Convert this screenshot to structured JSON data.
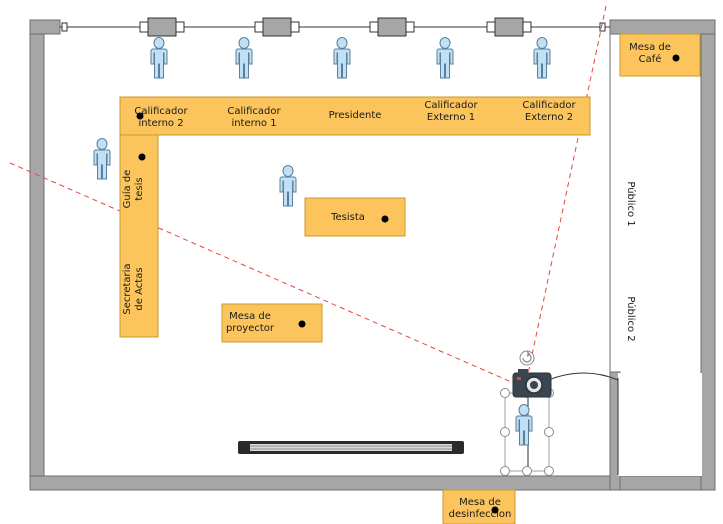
{
  "colors": {
    "table_fill": "#fcc45d",
    "table_border": "#c99a2a",
    "wall_fill": "#a6a6a6",
    "wall_border": "#6d6d6d",
    "camera_line": "#e8453c",
    "person_fill": "#bfe0f5",
    "person_stroke": "#5b7f9a"
  },
  "tables": {
    "calificador_interno_2": "Calificador\ninterno 2",
    "calificador_interno_1": "Calificador\ninterno 1",
    "presidente": "Presidente",
    "calificador_externo_1": "Calificador\nExterno 1",
    "calificador_externo_2": "Calificador\nExterno 2",
    "guia_de_tesis": "Guía de\ntesis",
    "secretaria_de_actas": "Secretaria\nde Actas",
    "tesista": "Tesista",
    "mesa_de_proyector": "Mesa de\nproyector",
    "mesa_de_cafe": "Mesa de\nCafé",
    "mesa_de_desinfeccion": "Mesa de\ndesinfeccion"
  },
  "audience": {
    "publico_1": "Público 1",
    "publico_2": "Público 2"
  },
  "icons": {
    "person": "person-icon",
    "camera": "camera-icon",
    "rotate": "rotate-handle-icon",
    "window": "window-icon",
    "door": "door-swing-icon"
  }
}
